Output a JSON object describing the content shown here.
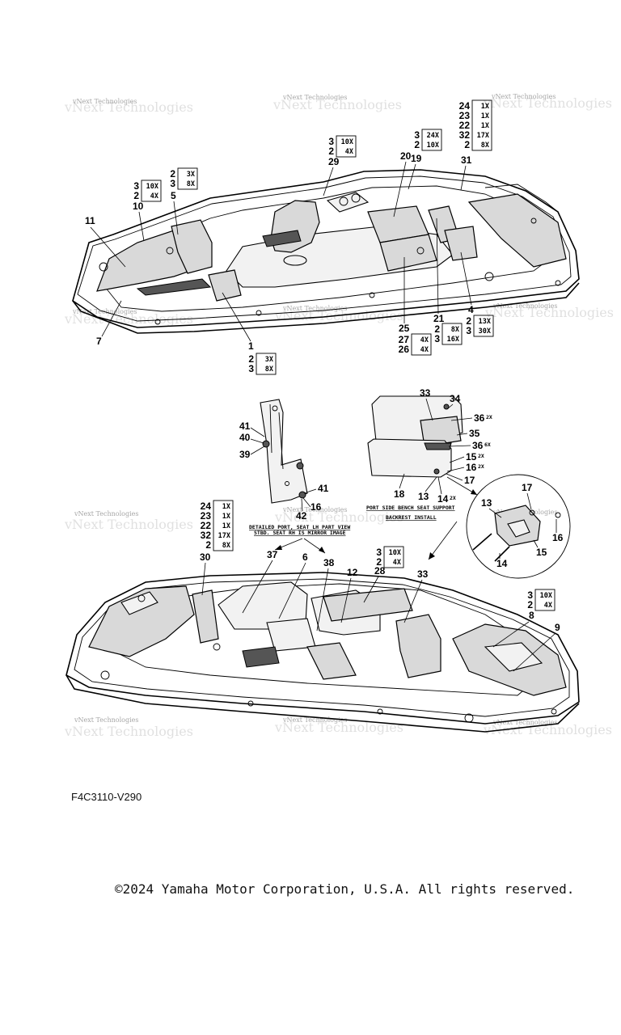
{
  "diagram_code": "F4C3110-V290",
  "copyright": "©2024 Yamaha Motor Corporation, U.S.A. All rights reserved.",
  "watermark": "vNext Technologies",
  "detail_notes": {
    "bracket_line1": "DETAILED PORT, SEAT LH PART VIEW",
    "bracket_line2": "STBD. SEAT RH IS MIRROR IMAGE",
    "bench_line1": "PORT SIDE BENCH SEAT SUPPORT",
    "bench_line2": "BACKREST INSTALL"
  },
  "callouts": {
    "c1": "1",
    "c4": "4",
    "c5": "5",
    "c6": "6",
    "c7": "7",
    "c8": "8",
    "c9": "9",
    "c10": "10",
    "c11": "11",
    "c12": "12",
    "c13a": "13",
    "c13b": "13",
    "c14": "14",
    "c14x": "14",
    "c15": "15",
    "c15x": "15",
    "c16a": "16",
    "c16b": "16",
    "c16x": "16",
    "c17a": "17",
    "c17b": "17",
    "c18": "18",
    "c19": "19",
    "c20": "20",
    "c21": "21",
    "c25": "25",
    "c28": "28",
    "c29": "29",
    "c30": "30",
    "c31": "31",
    "c33a": "33",
    "c33b": "33",
    "c34": "34",
    "c35": "35",
    "c36a": "36",
    "c36b": "36",
    "c37": "37",
    "c38": "38",
    "c39": "39",
    "c40": "40",
    "c41a": "41",
    "c41b": "41",
    "c42": "42"
  },
  "small_qty": {
    "q36a": "2X",
    "q36b": "6X",
    "q15": "2X",
    "q16": "2X",
    "q14": "2X"
  },
  "qty_groups": {
    "g_top29": [
      {
        "n": "3",
        "q": "10X"
      },
      {
        "n": "2",
        "q": "4X"
      }
    ],
    "g_top19": [
      {
        "n": "3",
        "q": "24X"
      },
      {
        "n": "2",
        "q": "10X"
      }
    ],
    "g_top31": [
      {
        "n": "24",
        "q": "1X"
      },
      {
        "n": "23",
        "q": "1X"
      },
      {
        "n": "22",
        "q": "1X"
      },
      {
        "n": "32",
        "q": "17X"
      },
      {
        "n": "2",
        "q": "8X"
      }
    ],
    "g_top10": [
      {
        "n": "3",
        "q": "10X"
      },
      {
        "n": "2",
        "q": "4X"
      }
    ],
    "g_top5": [
      {
        "n": "2",
        "q": "3X"
      },
      {
        "n": "3",
        "q": "8X"
      }
    ],
    "g_bot1": [
      {
        "n": "2",
        "q": "3X"
      },
      {
        "n": "3",
        "q": "8X"
      }
    ],
    "g_bot21": [
      {
        "n": "2",
        "q": "8X"
      },
      {
        "n": "3",
        "q": "16X"
      }
    ],
    "g_bot25": [
      {
        "n": "27",
        "q": "4X"
      },
      {
        "n": "26",
        "q": "4X"
      }
    ],
    "g_bot4": [
      {
        "n": "2",
        "q": "13X"
      },
      {
        "n": "3",
        "q": "30X"
      }
    ],
    "g_low30": [
      {
        "n": "24",
        "q": "1X"
      },
      {
        "n": "23",
        "q": "1X"
      },
      {
        "n": "22",
        "q": "1X"
      },
      {
        "n": "32",
        "q": "17X"
      },
      {
        "n": "2",
        "q": "8X"
      }
    ],
    "g_low28": [
      {
        "n": "3",
        "q": "10X"
      },
      {
        "n": "2",
        "q": "4X"
      }
    ],
    "g_low8": [
      {
        "n": "3",
        "q": "10X"
      },
      {
        "n": "2",
        "q": "4X"
      }
    ]
  }
}
